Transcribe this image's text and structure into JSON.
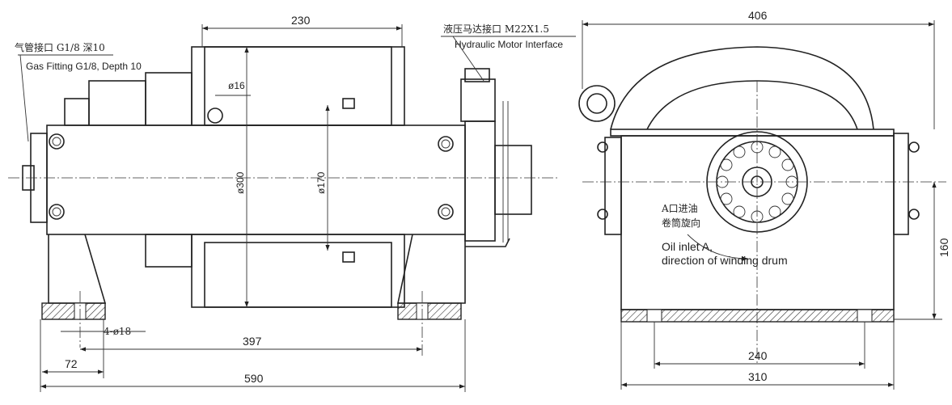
{
  "labels": {
    "gas_fitting_cn": "气管接口 G1/8 深10",
    "gas_fitting_en": "Gas Fitting G1/8, Depth 10",
    "hydraulic_cn": "液压马达接口 M22X1.5",
    "hydraulic_en": "Hydraulic Motor Interface",
    "oil_inlet_cn_1": "A口进油",
    "oil_inlet_cn_2": "卷筒旋向",
    "oil_inlet_en_1": "Oil inlet A,",
    "oil_inlet_en_2": "direction of winding drum"
  },
  "dimensions": {
    "drum_length": "230",
    "bolt_hole": "ø16",
    "flange_dia": "ø300",
    "drum_dia": "ø170",
    "mount_holes": "4-ø18",
    "hole_spacing": "397",
    "foot_width": "72",
    "total_length": "590",
    "total_width": "406",
    "center_height": "160",
    "base_inner": "240",
    "base_outer": "310"
  }
}
